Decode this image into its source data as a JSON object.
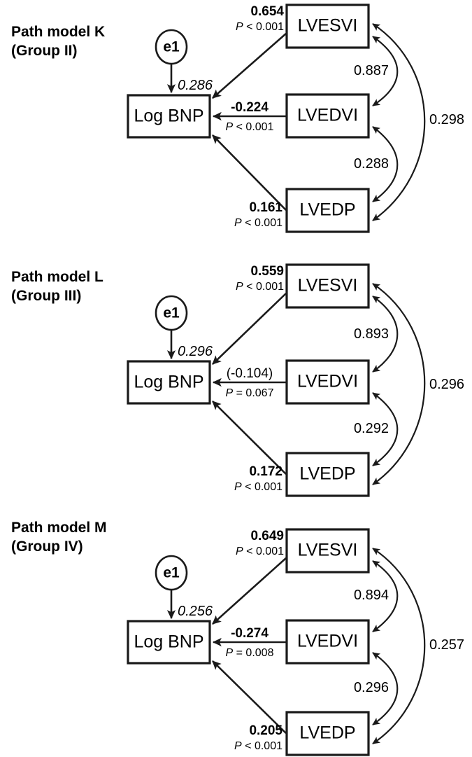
{
  "figure": {
    "type": "path-diagram-set",
    "background": "#ffffff",
    "ink_color": "#1a1a1a",
    "panel_count": 3
  },
  "chart_data": {
    "type": "diagram",
    "title": "",
    "panels": [
      {
        "id": "panel-k",
        "title_line1": "Path model K",
        "title_line2": "(Group II)",
        "nodes": [
          {
            "id": "logbnp",
            "label": "Log BNP"
          },
          {
            "id": "lvesvi",
            "label": "LVESVI"
          },
          {
            "id": "lvedvi",
            "label": "LVEDVI"
          },
          {
            "id": "lvedp",
            "label": "LVEDP"
          }
        ],
        "error_term": {
          "label": "e1",
          "residual": "0.286"
        },
        "paths": [
          {
            "from": "lvesvi",
            "to": "logbnp",
            "coef": "0.654",
            "p": "P < 0.001",
            "bold": true
          },
          {
            "from": "lvedvi",
            "to": "logbnp",
            "coef": "-0.224",
            "p": "P < 0.001",
            "bold": true
          },
          {
            "from": "lvedp",
            "to": "logbnp",
            "coef": "0.161",
            "p": "P < 0.001",
            "bold": true
          }
        ],
        "correlations": [
          {
            "between": "lvesvi-lvedvi",
            "value": "0.887"
          },
          {
            "between": "lvedvi-lvedp",
            "value": "0.288"
          },
          {
            "between": "lvesvi-lvedp",
            "value": "0.298"
          }
        ]
      },
      {
        "id": "panel-l",
        "title_line1": "Path model L",
        "title_line2": "(Group III)",
        "nodes": [
          {
            "id": "logbnp",
            "label": "Log BNP"
          },
          {
            "id": "lvesvi",
            "label": "LVESVI"
          },
          {
            "id": "lvedvi",
            "label": "LVEDVI"
          },
          {
            "id": "lvedp",
            "label": "LVEDP"
          }
        ],
        "error_term": {
          "label": "e1",
          "residual": "0.296"
        },
        "paths": [
          {
            "from": "lvesvi",
            "to": "logbnp",
            "coef": "0.559",
            "p": "P < 0.001",
            "bold": true
          },
          {
            "from": "lvedvi",
            "to": "logbnp",
            "coef": "(-0.104)",
            "p": "P = 0.067",
            "bold": false
          },
          {
            "from": "lvedp",
            "to": "logbnp",
            "coef": "0.172",
            "p": "P < 0.001",
            "bold": true
          }
        ],
        "correlations": [
          {
            "between": "lvesvi-lvedvi",
            "value": "0.893"
          },
          {
            "between": "lvedvi-lvedp",
            "value": "0.292"
          },
          {
            "between": "lvesvi-lvedp",
            "value": "0.296"
          }
        ]
      },
      {
        "id": "panel-m",
        "title_line1": "Path model M",
        "title_line2": "(Group IV)",
        "nodes": [
          {
            "id": "logbnp",
            "label": "Log BNP"
          },
          {
            "id": "lvesvi",
            "label": "LVESVI"
          },
          {
            "id": "lvedvi",
            "label": "LVEDVI"
          },
          {
            "id": "lvedp",
            "label": "LVEDP"
          }
        ],
        "error_term": {
          "label": "e1",
          "residual": "0.256"
        },
        "paths": [
          {
            "from": "lvesvi",
            "to": "logbnp",
            "coef": "0.649",
            "p": "P < 0.001",
            "bold": true
          },
          {
            "from": "lvedvi",
            "to": "logbnp",
            "coef": "-0.274",
            "p": "P = 0.008",
            "bold": true
          },
          {
            "from": "lvedp",
            "to": "logbnp",
            "coef": "0.205",
            "p": "P < 0.001",
            "bold": true
          }
        ],
        "correlations": [
          {
            "between": "lvesvi-lvedvi",
            "value": "0.894"
          },
          {
            "between": "lvedvi-lvedp",
            "value": "0.296"
          },
          {
            "between": "lvesvi-lvedp",
            "value": "0.257"
          }
        ]
      }
    ]
  },
  "panels": [
    {
      "title_line1": "Path model K",
      "title_line2": "(Group II)",
      "err_label": "e1",
      "residual": "0.286",
      "node_logbnp": "Log BNP",
      "node_lvesvi": "LVESVI",
      "node_lvedvi": "LVEDVI",
      "node_lvedp": "LVEDP",
      "coef_top": "0.654",
      "p_top": "P < 0.001",
      "coef_mid": "-0.224",
      "p_mid": "P < 0.001",
      "coef_bot": "0.161",
      "p_bot": "P < 0.001",
      "corr_upper": "0.887",
      "corr_lower": "0.288",
      "corr_outer": "0.298"
    },
    {
      "title_line1": "Path model L",
      "title_line2": "(Group III)",
      "err_label": "e1",
      "residual": "0.296",
      "node_logbnp": "Log BNP",
      "node_lvesvi": "LVESVI",
      "node_lvedvi": "LVEDVI",
      "node_lvedp": "LVEDP",
      "coef_top": "0.559",
      "p_top": "P < 0.001",
      "coef_mid": "(-0.104)",
      "p_mid": "P = 0.067",
      "coef_bot": "0.172",
      "p_bot": "P < 0.001",
      "corr_upper": "0.893",
      "corr_lower": "0.292",
      "corr_outer": "0.296"
    },
    {
      "title_line1": "Path model M",
      "title_line2": "(Group IV)",
      "err_label": "e1",
      "residual": "0.256",
      "node_logbnp": "Log BNP",
      "node_lvesvi": "LVESVI",
      "node_lvedvi": "LVEDVI",
      "node_lvedp": "LVEDP",
      "coef_top": "0.649",
      "p_top": "P < 0.001",
      "coef_mid": "-0.274",
      "p_mid": "P = 0.008",
      "coef_bot": "0.205",
      "p_bot": "P < 0.001",
      "corr_upper": "0.894",
      "corr_lower": "0.296",
      "corr_outer": "0.257"
    }
  ]
}
